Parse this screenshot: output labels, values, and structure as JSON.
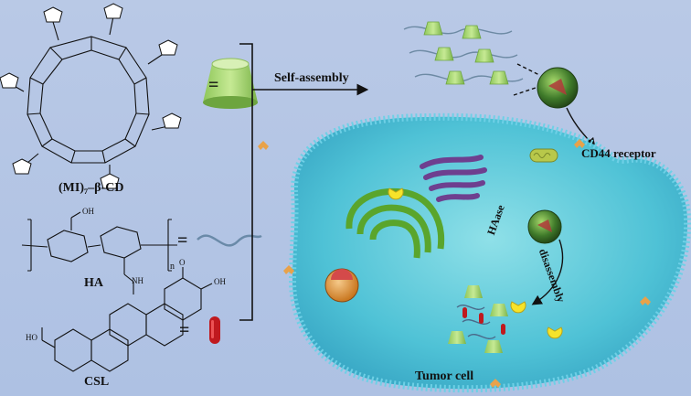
{
  "labels": {
    "cd_name": "(MI)₇–β-CD",
    "ha_name": "HA",
    "csl_name": "CSL",
    "self_assembly": "Self-assembly",
    "cd44": "CD44 receptor",
    "haase": "HAase",
    "disassembly": "disassembly",
    "tumor_cell": "Tumor cell",
    "equals": "=",
    "n": "n",
    "ha_nh": "NH",
    "ha_oh": "OH",
    "ho": "HO",
    "oh": "OH",
    "o": "O"
  }
}
